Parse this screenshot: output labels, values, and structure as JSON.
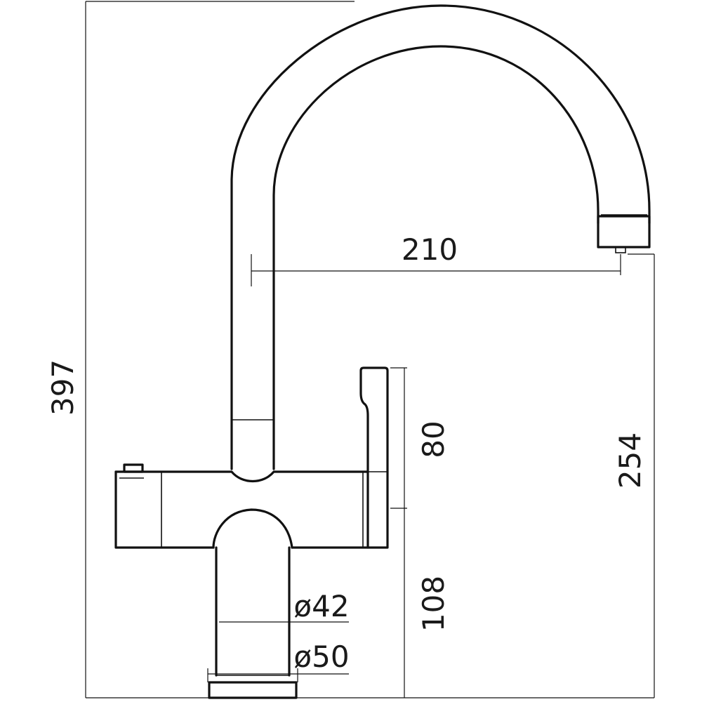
{
  "dimensions": {
    "overall_height": "397",
    "spout_reach": "210",
    "spout_outlet_height": "254",
    "lever_height": "80",
    "base_height": "108",
    "base_diameter_upper": "ø42",
    "base_diameter_lower": "ø50"
  }
}
